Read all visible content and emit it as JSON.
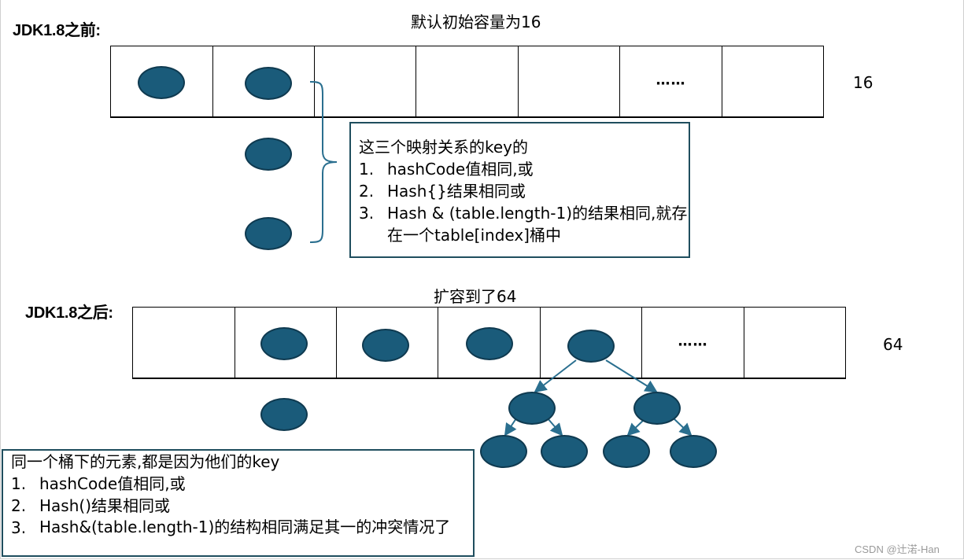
{
  "before": {
    "heading": "JDK1.8之前:",
    "caption": "默认初始容量为16",
    "capacity": "16",
    "ellipsis": "……",
    "note": {
      "title": "这三个映射关系的key的",
      "items": [
        {
          "num": "1.",
          "text": "hashCode值相同,或"
        },
        {
          "num": "2.",
          "text": "Hash{}结果相同或"
        },
        {
          "num": "3.",
          "text": "Hash & (table.length-1)的结果相同,就存在一个table[index]桶中"
        }
      ]
    }
  },
  "after": {
    "heading": "JDK1.8之后:",
    "caption": "扩容到了64",
    "capacity": "64",
    "ellipsis": "……",
    "note": {
      "title": "同一个桶下的元素,都是因为他们的key",
      "items": [
        {
          "num": "1.",
          "text": "hashCode值相同,或"
        },
        {
          "num": "2.",
          "text": "Hash()结果相同或"
        },
        {
          "num": "3.",
          "text": "Hash&(table.length-1)的结构相同满足其一的冲突情况了"
        }
      ]
    }
  },
  "watermark": "CSDN @辻渃-Han",
  "colors": {
    "node_fill": "#1a5b7a",
    "node_stroke": "#0f3a50",
    "note_border": "#1f4e5e",
    "arrow": "#2a6f8f"
  }
}
